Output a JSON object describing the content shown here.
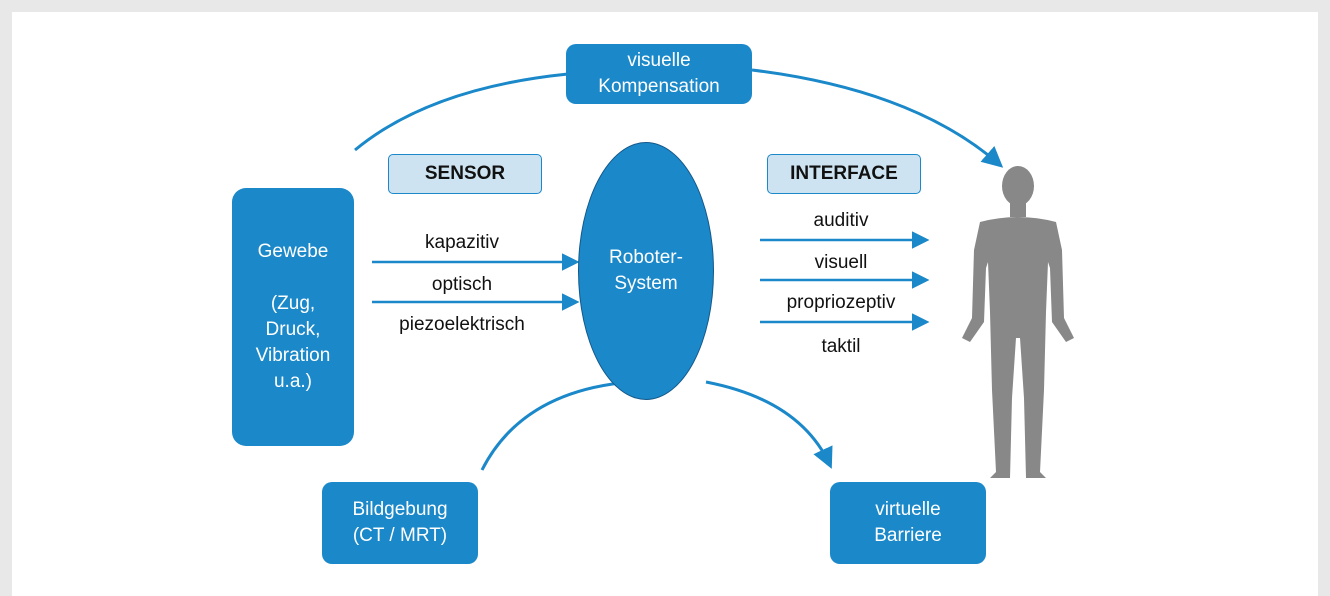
{
  "colors": {
    "accent": "#1a88c9",
    "label_fill": "#cde3f2",
    "human": "#888888"
  },
  "headers": {
    "sensor": "SENSOR",
    "interface": "INTERFACE"
  },
  "nodes": {
    "tissue": "Gewebe\n\n(Zug,\nDruck,\nVibration\nu.a.)",
    "robot": "Roboter-\nSystem",
    "visual_comp": "visuelle\nKompensation",
    "imaging": "Bildgebung\n(CT / MRT)",
    "virtual_barrier": "virtuelle\nBarriere"
  },
  "sensor_types": [
    "kapazitiv",
    "optisch",
    "piezoelektrisch"
  ],
  "interface_types": [
    "auditiv",
    "visuell",
    "propriozeptiv",
    "taktil"
  ],
  "icons": [
    "human-figure-icon"
  ]
}
